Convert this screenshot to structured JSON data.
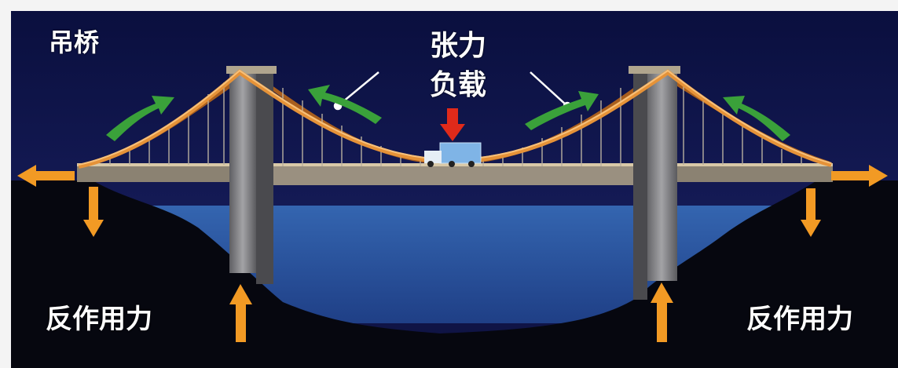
{
  "labels": {
    "title": "吊桥",
    "tension": "张力",
    "load": "负载",
    "reaction_left": "反作用力",
    "reaction_right": "反作用力"
  },
  "colors": {
    "sky": "#10154a",
    "cable": "#e0852e",
    "tension_arrow": "#3aa13a",
    "reaction_arrow": "#f29a24",
    "load_arrow": "#e02a1a",
    "water": "#2d5aa6",
    "ground": "#05060f",
    "tower": "#8f8f92",
    "truck": "#6fa8dc"
  },
  "icons": {
    "tension_arrows": "curved-arrow-icon",
    "load_arrow": "down-arrow-icon",
    "reaction_arrows": "straight-arrow-icon"
  }
}
